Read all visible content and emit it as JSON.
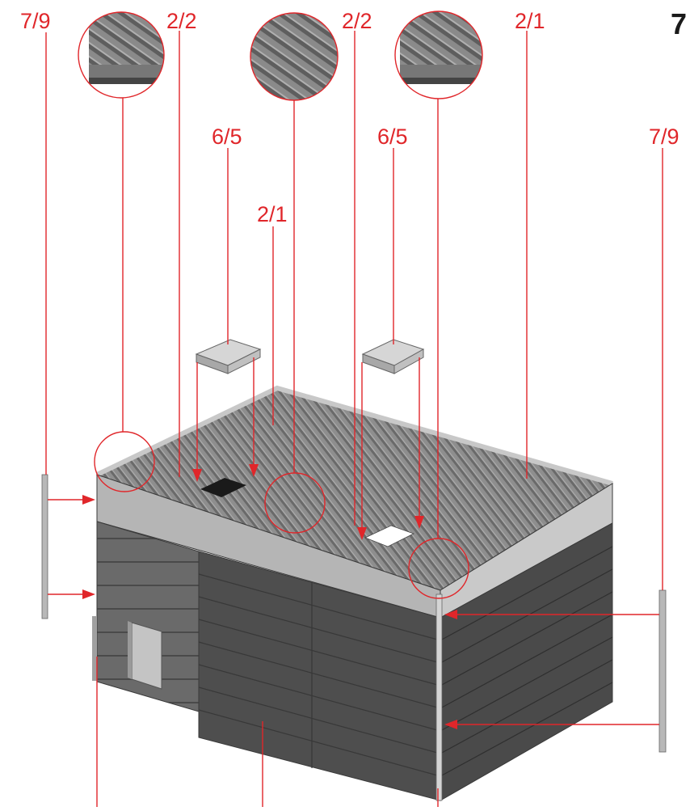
{
  "step_number": "7",
  "callouts": {
    "left_post": "7/9",
    "right_post": "7/9",
    "roof_edge_left": "2/2",
    "roof_edge_center": "2/2",
    "roof_top_right": "2/1",
    "roof_top_center": "2/1",
    "skylight_left": "6/5",
    "skylight_right": "6/5"
  },
  "colors": {
    "callout": "#e0262a",
    "roof": "#8a8a8a",
    "parapet": "#b8b8b8",
    "wall": "#5c5c5c",
    "door": "#c4c4c4"
  }
}
